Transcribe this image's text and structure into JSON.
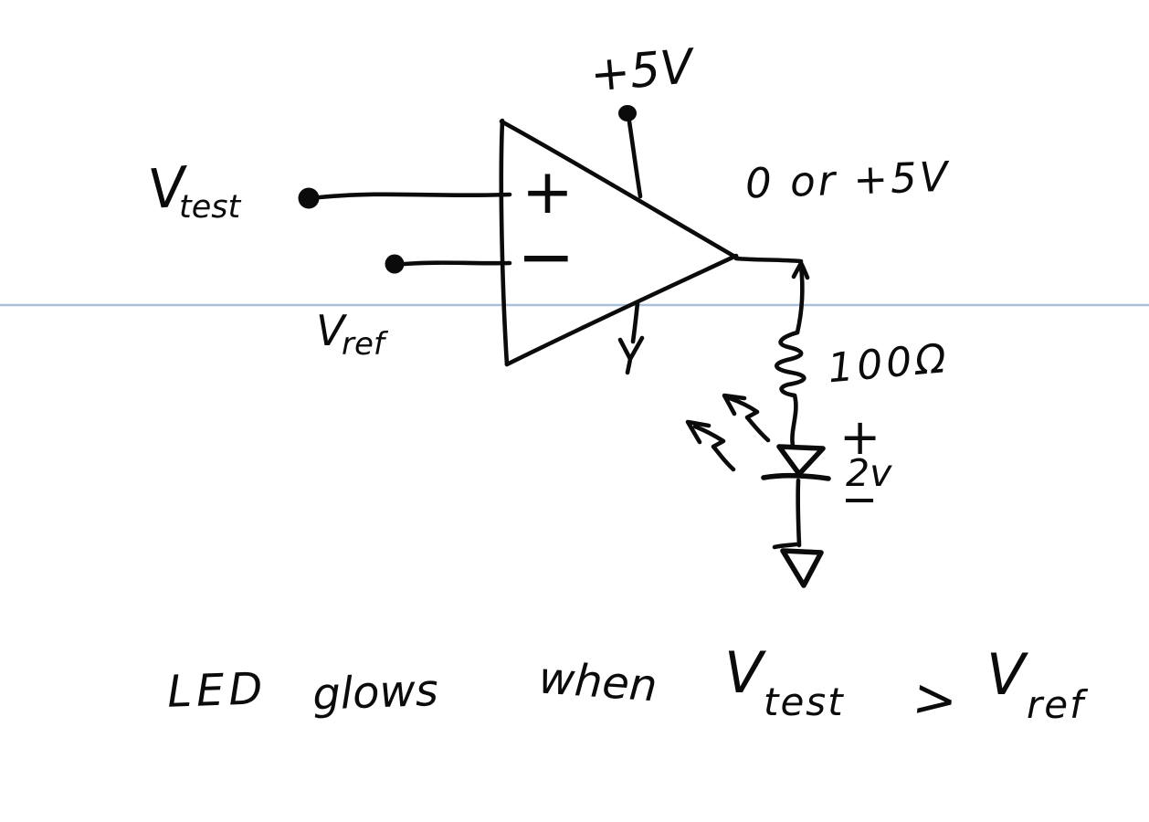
{
  "canvas": {
    "background": "#ffffff",
    "ink_color": "#0b0b0b",
    "ruled_line_color": "#aac0dc"
  },
  "circuit": {
    "supply_label": "+5V",
    "output_label": "0 or +5V",
    "input_plus": {
      "main": "V",
      "sub": "test"
    },
    "input_minus": {
      "main": "V",
      "sub": "ref"
    },
    "opamp": {
      "plus": "+",
      "minus": "−"
    },
    "resistor_label": "100Ω",
    "led": {
      "plus": "+",
      "drop": "2v",
      "minus": "−"
    }
  },
  "caption": {
    "led": "LED",
    "glows": "glows",
    "when": "when",
    "vtest": {
      "main": "V",
      "sub": "test"
    },
    "gt": ">",
    "vref": {
      "main": "V",
      "sub": "ref"
    }
  }
}
